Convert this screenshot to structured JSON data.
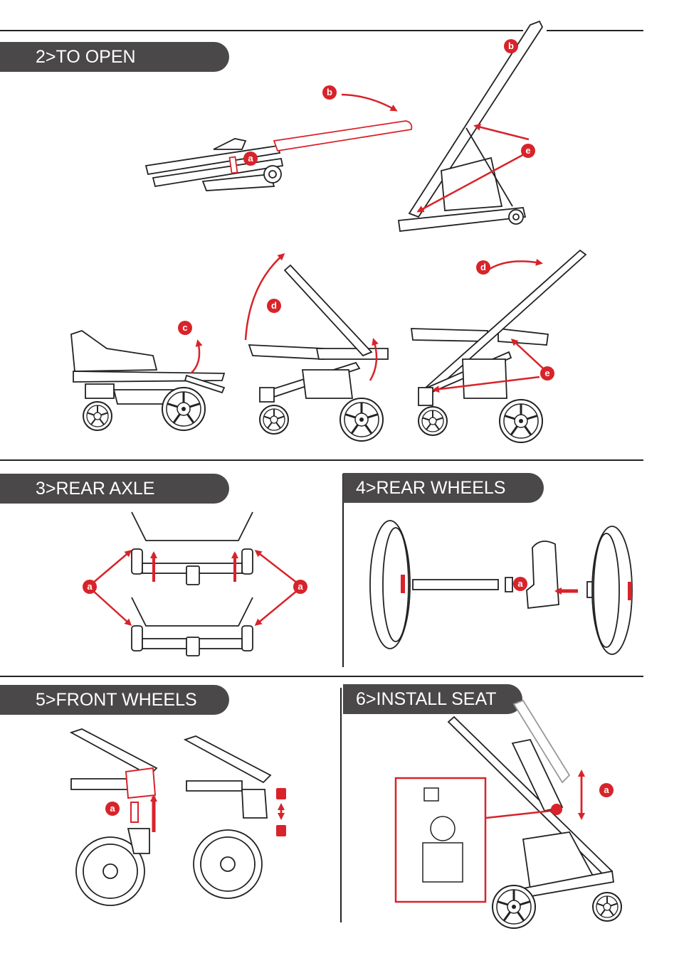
{
  "sections": {
    "open": {
      "title": "2>TO OPEN"
    },
    "rear_axle": {
      "title": "3>REAR AXLE"
    },
    "rear_wheels": {
      "title": "4>REAR WHEELS"
    },
    "front_wheels": {
      "title": "5>FRONT WHEELS"
    },
    "install_seat": {
      "title": "6>INSTALL SEAT"
    }
  },
  "markers": {
    "a": "a",
    "b": "b",
    "c": "c",
    "d": "d",
    "e": "e"
  },
  "colors": {
    "accent": "#d8232a",
    "header_bg": "#4a4849",
    "line": "#222222"
  }
}
